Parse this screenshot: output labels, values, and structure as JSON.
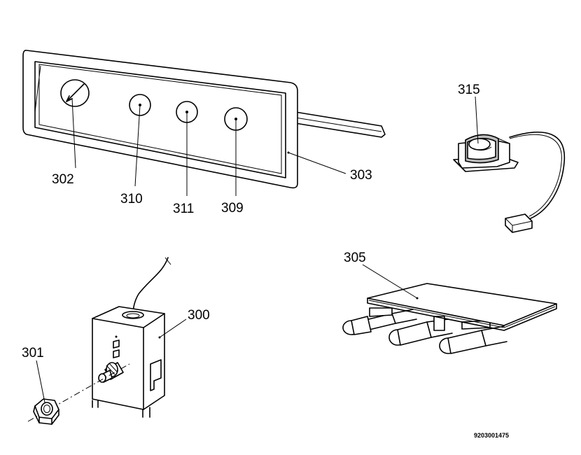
{
  "parts": {
    "p302": "302",
    "p310": "310",
    "p311": "311",
    "p309": "309",
    "p303": "303",
    "p315": "315",
    "p305": "305",
    "p300": "300",
    "p301": "301"
  },
  "reference_number": "9203001475",
  "colors": {
    "line": "#000000",
    "background": "#ffffff",
    "shade": "#bdbdbd"
  }
}
